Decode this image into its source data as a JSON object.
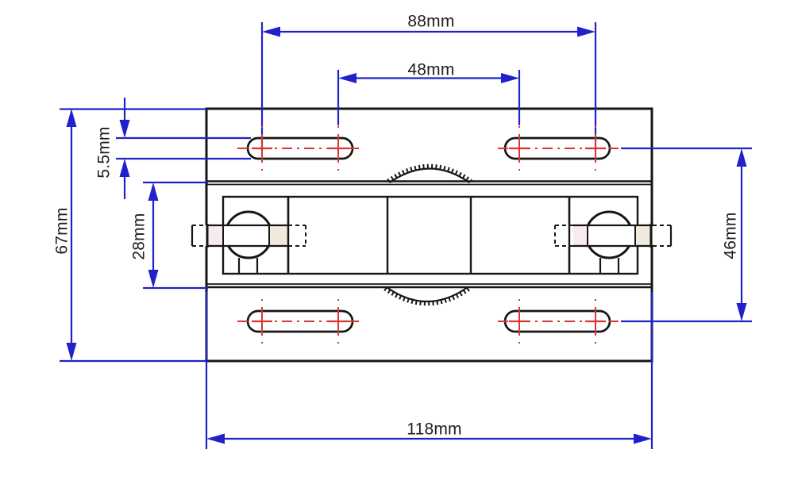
{
  "diagram": {
    "kind": "engineering-dimension-drawing",
    "view": "caster-bracket-top-view",
    "units": "mm",
    "labels": {
      "top_outer_hole_spacing": "88mm",
      "top_inner_hole_spacing": "48mm",
      "slot_width": "5.5mm",
      "overall_height": "67mm",
      "mid_section_height": "28mm",
      "slot_row_spacing": "46mm",
      "overall_width": "118mm"
    },
    "colors": {
      "dimension_blue": "#2121cc",
      "centerline_red": "#d93636",
      "outline_black": "#161616",
      "tint_pink": "#f7ebef",
      "tint_beige": "#efeadb",
      "background": "#ffffff"
    }
  }
}
